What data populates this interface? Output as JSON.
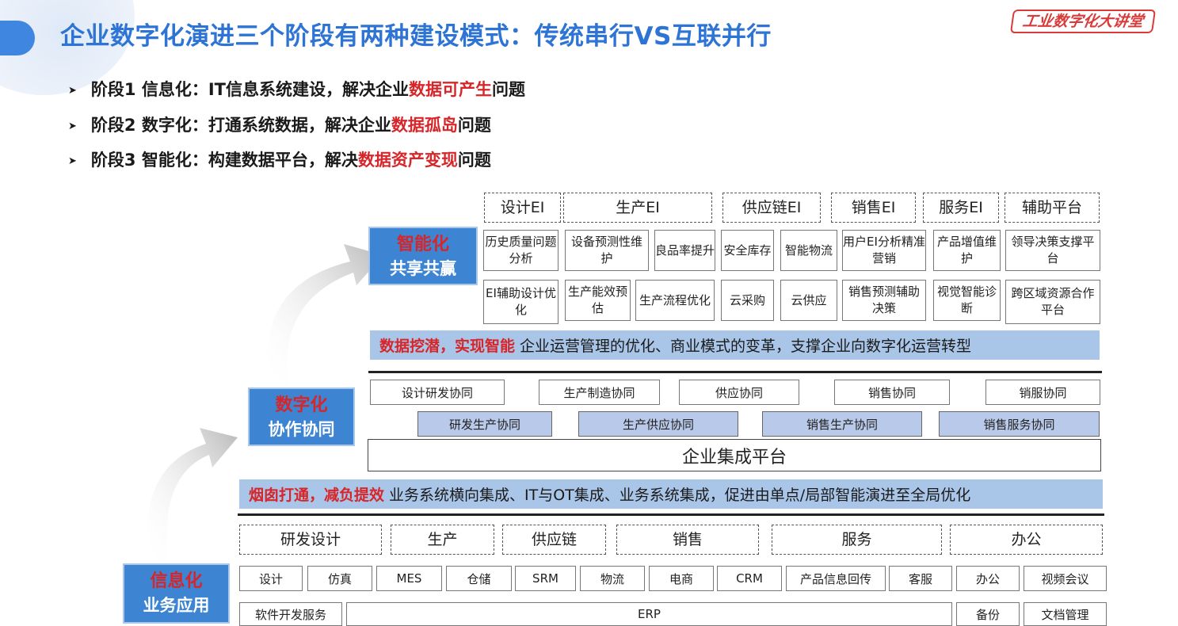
{
  "title": "企业数字化演进三个阶段有两种建设模式：传统串行VS互联并行",
  "logo_text": "工业数字化大讲堂",
  "bullets": [
    {
      "prefix": "阶段1 信息化：IT信息系统建设，解决企业",
      "highlight": "数据可产生",
      "suffix": "问题"
    },
    {
      "prefix": "阶段2 数字化：打通系统数据，解决企业",
      "highlight": "数据孤岛",
      "suffix": "问题"
    },
    {
      "prefix": "阶段3 智能化：构建数据平台，解决",
      "highlight": "数据资产变现",
      "suffix": "问题"
    }
  ],
  "stages": [
    {
      "top": "智能化",
      "bottom": "共享共赢"
    },
    {
      "top": "数字化",
      "bottom": "协作协同"
    },
    {
      "top": "信息化",
      "bottom": "业务应用"
    }
  ],
  "ei_headers": [
    "设计EI",
    "生产EI",
    "供应链EI",
    "销售EI",
    "服务EI",
    "辅助平台"
  ],
  "ei_row1": [
    "历史质量问题分析",
    "设备预测性维护",
    "良品率提升",
    "安全库存",
    "智能物流",
    "用户EI分析精准营销",
    "产品增值维护",
    "领导决策支撑平台"
  ],
  "ei_row2": [
    "EI辅助设计优化",
    "生产能效预估",
    "生产流程优化",
    "云采购",
    "云供应",
    "销售预测辅助决策",
    "视觉智能诊断",
    "跨区域资源合作平台"
  ],
  "band_top": {
    "highlight": "数据挖潜，实现智能",
    "text": "企业运营管理的优化、商业模式的变革，支撑企业向数字化运营转型"
  },
  "collab_row1": [
    "设计研发协同",
    "生产制造协同",
    "供应协同",
    "销售协同",
    "销服协同"
  ],
  "collab_row2": [
    "研发生产协同",
    "生产供应协同",
    "销售生产协同",
    "销售服务协同"
  ],
  "platform": "企业集成平台",
  "band_mid": {
    "highlight": "烟囱打通，减负提效",
    "text": "业务系统横向集成、IT与OT集成、业务系统集成，促进由单点/局部智能演进至全局优化"
  },
  "domains": [
    "研发设计",
    "生产",
    "供应链",
    "销售",
    "服务",
    "办公"
  ],
  "apps_row1": [
    "设计",
    "仿真",
    "MES",
    "仓储",
    "SRM",
    "物流",
    "电商",
    "CRM",
    "产品信息回传",
    "客服",
    "办公",
    "视频会议"
  ],
  "apps_row2": [
    "软件开发服务",
    "ERP",
    "备份",
    "文档管理"
  ],
  "colors": {
    "title_blue": "#2e74d4",
    "stage_blue": "#3d84d2",
    "highlight_red": "#d6262a",
    "band_blue": "#a9c5e8",
    "collab_blue": "#b9c9e9"
  }
}
